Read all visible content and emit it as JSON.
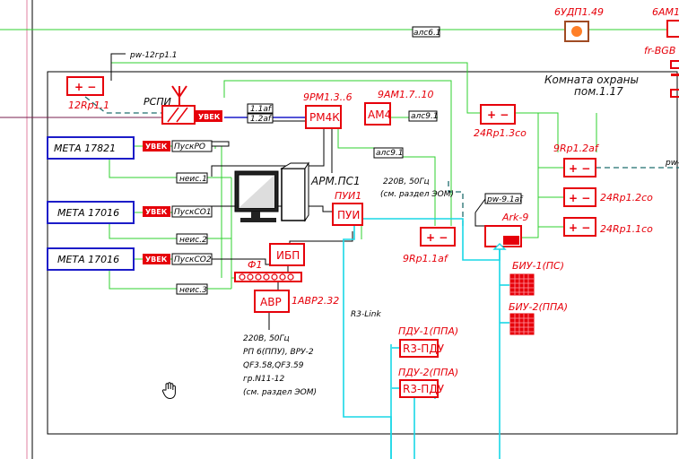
{
  "colors": {
    "red": "#e6000a",
    "blue": "#1c1cc8",
    "green": "#2fd02f",
    "cyan": "#19d7e6",
    "dark_teal": "#1f6e6e",
    "brown": "#a04b23",
    "orange": "#ff7f27",
    "black": "#000000"
  },
  "labels": {
    "title_6udp": "6УДП1.49",
    "title_6am1": "6АМ1",
    "fr_bgb": "fr-BGB",
    "alc61": "алс6.1",
    "pw12": "pw-12гр1.1",
    "room_line1": "Комната охраны",
    "room_line2": "пом.1.17",
    "r12rp11": "12Rp1.1",
    "rspi": "РСПИ",
    "uvek": "УВЕК",
    "sig_11af": "1.1af",
    "sig_12af": "1.2af",
    "n9rm": "9РМ1.3..6",
    "rm4k": "РМ4К",
    "n9am": "9АМ1.7..10",
    "am4": "АМ4",
    "alc91a": "алс9.1",
    "r24rp13co": "24Rp1.3co",
    "r9rp12af": "9Rp1.2af",
    "pw_right": "pw-",
    "meta1": "МЕТА 17821",
    "pusk_ro": "ПускРО",
    "alc91b": "алс9.1",
    "neis1": "неис.1",
    "arm_pc1": "АРМ.ПС1",
    "pui1": "ПУИ1",
    "pui": "ПУИ",
    "note220_1": "220В, 50Гц",
    "note220_2": "(см. раздел ЭОМ)",
    "pw91af": "pw-9.1af",
    "ark9": "Ark-9",
    "r24rp12co": "24Rp1.2co",
    "meta2": "МЕТА 17016",
    "pusk_co1": "ПускСО1",
    "neis2": "неис.2",
    "r24rp11co": "24Rp1.1co",
    "r9rp11af": "9Rp1.1af",
    "ibp": "ИБП",
    "meta3": "МЕТА 17016",
    "pusk_co2": "ПускСО2",
    "f1": "Ф1",
    "biu1": "БИУ-1(ПС)",
    "neis3": "неис.3",
    "avr": "АВР",
    "n1avr": "1АВР2.32",
    "biu2": "БИУ-2(ППА)",
    "r3link": "R3-Link",
    "pdu1_label": "ПДУ-1(ППА)",
    "pdu_box": "R3-ПДУ",
    "pdu2_label": "ПДУ-2(ППА)",
    "pwr_note": [
      "220В, 50Гц",
      "РП 6(ППУ), ВРУ-2",
      "QF3.58,QF3.59",
      "гр.N11-12",
      "(см. раздел ЭОМ)"
    ]
  }
}
